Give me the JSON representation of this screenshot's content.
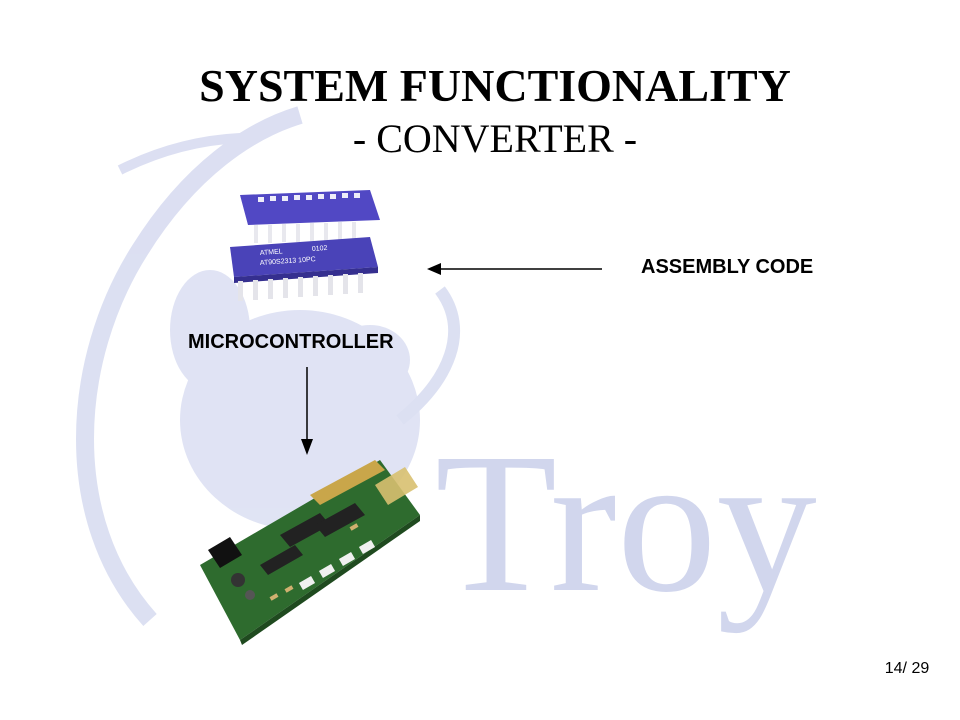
{
  "slide": {
    "title": "SYSTEM FUNCTIONALITY",
    "subtitle": "- CONVERTER -",
    "assembly_label": "ASSEMBLY CODE",
    "microcontroller_label": "MICROCONTROLLER",
    "page_current": "14",
    "page_separator": "/",
    "page_total": "29"
  },
  "watermark": {
    "text": "Troy",
    "color": "#c9cfea"
  },
  "chips": {
    "front_marking_brand": "ATMEL",
    "front_marking_code": "0102",
    "front_marking_part": "AT90S2313 10PC",
    "body_color": "#4a43b8"
  },
  "board": {
    "pcb_color": "#2e6b2e"
  }
}
